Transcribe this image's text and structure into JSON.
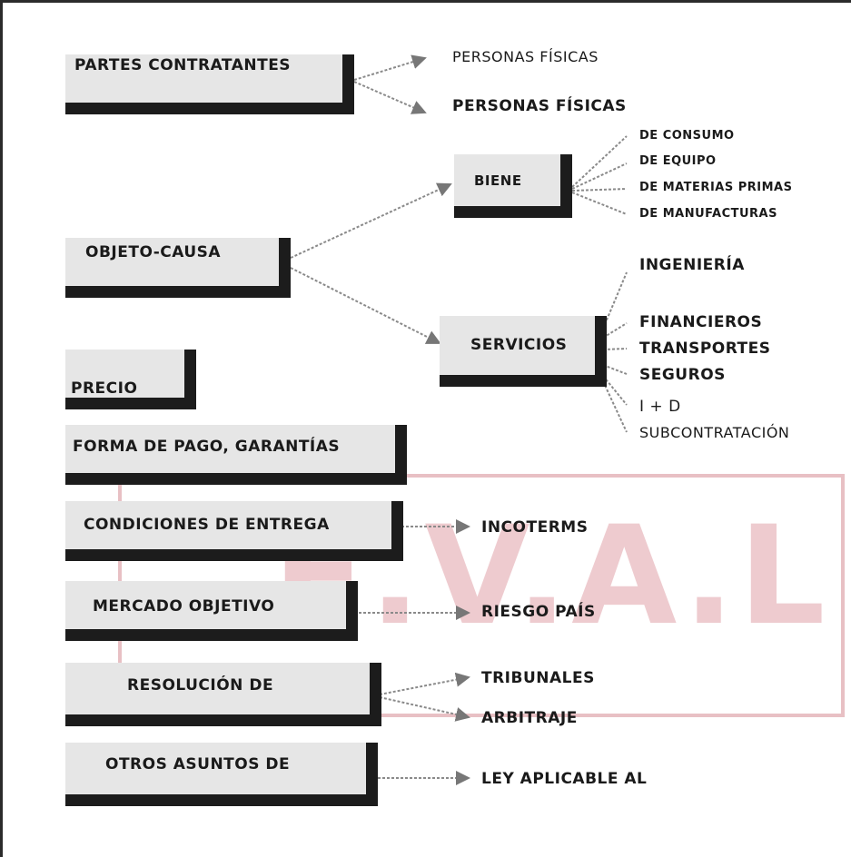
{
  "watermark": {
    "text": "E.V.A.L"
  },
  "categories": [
    {
      "label": "Partes contratantes"
    },
    {
      "label": "Objeto-causa"
    },
    {
      "label": "Precio"
    },
    {
      "label": "Forma de pago, garantías"
    },
    {
      "label": "Condiciones de entrega"
    },
    {
      "label": "Mercado objetivo"
    },
    {
      "label": "Resolución de"
    },
    {
      "label": "Otros asuntos de"
    }
  ],
  "subcategories": [
    {
      "label": "Biene"
    },
    {
      "label": "Servicios"
    }
  ],
  "items": {
    "partes": [
      "Personas físicas",
      "Personas físicas"
    ],
    "bienes": [
      "de consumo",
      "de equipo",
      "de materias primas",
      "de manufacturas"
    ],
    "servicios": [
      "Ingeniería",
      "Financieros",
      "Transportes",
      "Seguros",
      "I + D",
      "Subcontratación"
    ],
    "entrega": "Incoterms",
    "mercado": "Riesgo país",
    "resolucion": [
      "Tribunales",
      "Arbitraje"
    ],
    "otros": "Ley aplicable al"
  },
  "colors": {
    "box_fill": "#e6e6e6",
    "box_edge": "#1c1c1c",
    "watermark": "#d68c94"
  }
}
